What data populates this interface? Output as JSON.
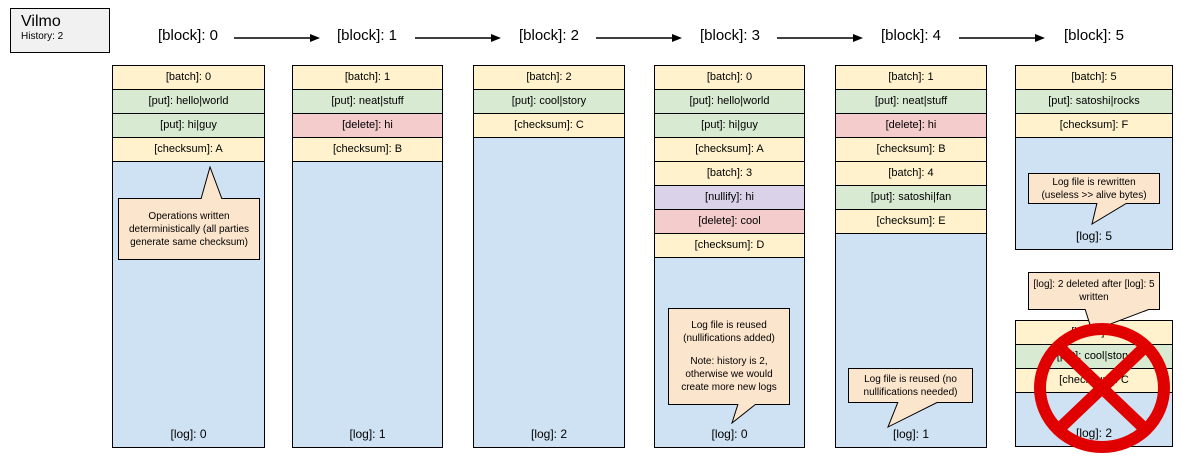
{
  "app": {
    "title": "Vilmo",
    "subtitle": "History: 2"
  },
  "colors": {
    "batch_checksum": "#FFF2CC",
    "put": "#D9EAD3",
    "delete": "#F4CCCC",
    "nullify": "#D9D2E9",
    "log_body": "#CFE2F3",
    "callout": "#FCE5CD",
    "legend_box": "#F1F1F1",
    "prohibition_red": "#E00000",
    "border": "#000000"
  },
  "headers": [
    {
      "label": "[block]: 0"
    },
    {
      "label": "[block]: 1"
    },
    {
      "label": "[block]: 2"
    },
    {
      "label": "[block]: 3"
    },
    {
      "label": "[block]: 4"
    },
    {
      "label": "[block]: 5"
    }
  ],
  "columns": [
    {
      "name": "block-0",
      "rows": [
        {
          "type": "batch",
          "label": "[batch]: 0"
        },
        {
          "type": "put",
          "label": "[put]: hello|world"
        },
        {
          "type": "put",
          "label": "[put]: hi|guy"
        },
        {
          "type": "checksum",
          "label": "[checksum]: A"
        }
      ],
      "log_label": "[log]: 0",
      "callout": "Operations written deterministically (all parties generate same checksum)"
    },
    {
      "name": "block-1",
      "rows": [
        {
          "type": "batch",
          "label": "[batch]: 1"
        },
        {
          "type": "put",
          "label": "[put]: neat|stuff"
        },
        {
          "type": "delete",
          "label": "[delete]: hi"
        },
        {
          "type": "checksum",
          "label": "[checksum]: B"
        }
      ],
      "log_label": "[log]: 1"
    },
    {
      "name": "block-2",
      "rows": [
        {
          "type": "batch",
          "label": "[batch]: 2"
        },
        {
          "type": "put",
          "label": "[put]: cool|story"
        },
        {
          "type": "checksum",
          "label": "[checksum]: C"
        }
      ],
      "log_label": "[log]: 2"
    },
    {
      "name": "block-3",
      "rows": [
        {
          "type": "batch",
          "label": "[batch]: 0"
        },
        {
          "type": "put",
          "label": "[put]: hello|world"
        },
        {
          "type": "put",
          "label": "[put]: hi|guy"
        },
        {
          "type": "checksum",
          "label": "[checksum]: A"
        },
        {
          "type": "batch",
          "label": "[batch]: 3"
        },
        {
          "type": "nullify",
          "label": "[nullify]: hi"
        },
        {
          "type": "delete",
          "label": "[delete]: cool"
        },
        {
          "type": "checksum",
          "label": "[checksum]: D"
        }
      ],
      "log_label": "[log]: 0",
      "callout_line1": "Log file is reused (nullifications added)",
      "callout_line2": "Note: history is 2, otherwise we would create more new logs"
    },
    {
      "name": "block-4",
      "rows": [
        {
          "type": "batch",
          "label": "[batch]: 1"
        },
        {
          "type": "put",
          "label": "[put]: neat|stuff"
        },
        {
          "type": "delete",
          "label": "[delete]: hi"
        },
        {
          "type": "checksum",
          "label": "[checksum]: B"
        },
        {
          "type": "batch",
          "label": "[batch]: 4"
        },
        {
          "type": "put",
          "label": "[put]: satoshi|fan"
        },
        {
          "type": "checksum",
          "label": "[checksum]: E"
        }
      ],
      "log_label": "[log]: 1",
      "callout": "Log file is reused (no nullifications needed)"
    },
    {
      "name": "block-5",
      "rows": [
        {
          "type": "batch",
          "label": "[batch]: 5"
        },
        {
          "type": "put",
          "label": "[put]: satoshi|rocks"
        },
        {
          "type": "checksum",
          "label": "[checksum]: F"
        }
      ],
      "log_label": "[log]: 5",
      "callout": "Log file is rewritten (useless >> alive bytes)"
    }
  ],
  "deleted_log": {
    "callout": "[log]: 2 deleted after [log]: 5 written",
    "rows": [
      {
        "type": "batch",
        "label": "[batch]: 2"
      },
      {
        "type": "put",
        "label": "[put]: cool|story"
      },
      {
        "type": "checksum",
        "label": "[checksum]: C"
      }
    ],
    "log_label": "[log]: 2"
  }
}
